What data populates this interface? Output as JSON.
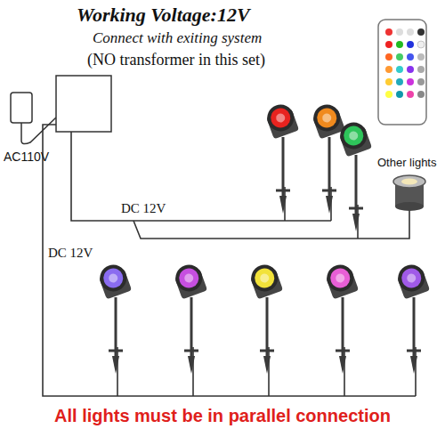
{
  "diagram": {
    "title": "Working Voltage:12V",
    "caption": "All lights must be in parallel connection",
    "labels": [
      "Connect with exiting system",
      "(NO transformer in this set)",
      "Other lights",
      "AC110V",
      "DC 12V",
      "DC 12V"
    ]
  }
}
